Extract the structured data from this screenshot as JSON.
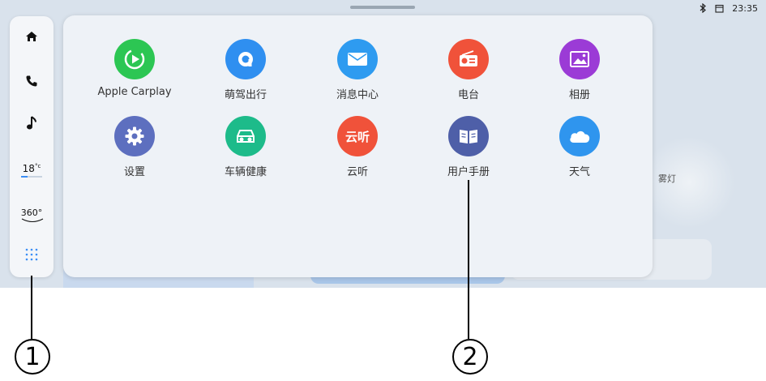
{
  "status": {
    "time": "23:35",
    "bluetooth_icon": "bluetooth-icon",
    "calendar_icon": "calendar-icon"
  },
  "background": {
    "partial_label": "雾灯"
  },
  "sidebar": {
    "items": [
      {
        "name": "home",
        "icon": "home-icon"
      },
      {
        "name": "phone",
        "icon": "phone-icon"
      },
      {
        "name": "music",
        "icon": "music-note-icon"
      },
      {
        "name": "temperature",
        "value": "18",
        "unit": "°c"
      },
      {
        "name": "camera-360",
        "label": "360°"
      },
      {
        "name": "apps",
        "icon": "grid-dots-icon"
      }
    ]
  },
  "apps": [
    {
      "label": "Apple Carplay",
      "icon": "carplay-icon",
      "color": "#2cc653"
    },
    {
      "label": "萌驾出行",
      "icon": "navigation-icon",
      "color": "#2f8ff0"
    },
    {
      "label": "消息中心",
      "icon": "envelope-icon",
      "color": "#2e9bf0"
    },
    {
      "label": "电台",
      "icon": "radio-icon",
      "color": "#f0523a"
    },
    {
      "label": "相册",
      "icon": "gallery-icon",
      "color": "#9b3bd6"
    },
    {
      "label": "设置",
      "icon": "gear-icon",
      "color": "#5d6fbf"
    },
    {
      "label": "车辆健康",
      "icon": "car-health-icon",
      "color": "#1dbb8a"
    },
    {
      "label": "云听",
      "icon": "yunting-icon",
      "icon_text": "云听",
      "color": "#f0523a"
    },
    {
      "label": "用户手册",
      "icon": "book-icon",
      "color": "#4e5fa8"
    },
    {
      "label": "天气",
      "icon": "cloud-icon",
      "color": "#2f95ee"
    }
  ],
  "callouts": [
    {
      "number": "1"
    },
    {
      "number": "2"
    }
  ]
}
